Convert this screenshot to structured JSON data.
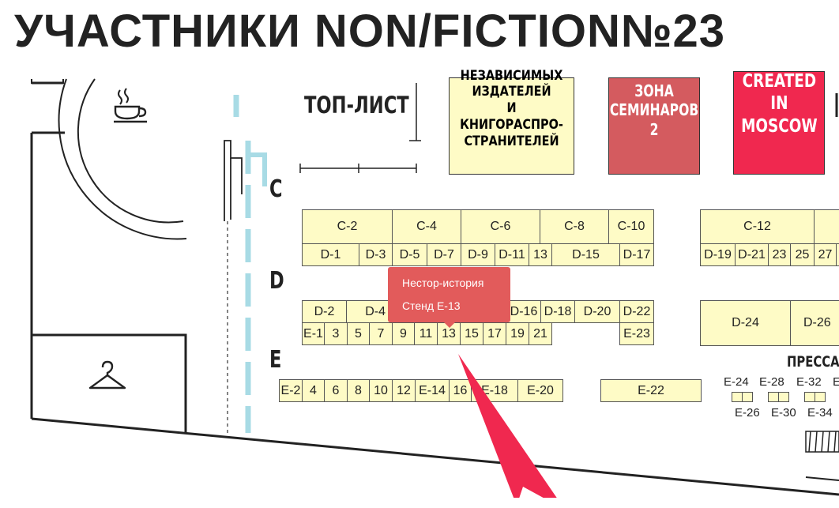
{
  "page_title": "УЧАСТНИКИ NON/FICTION№23",
  "zones": {
    "top_list": "ТОП-ЛИСТ",
    "independent": "НЕЗАВИСИМЫХ\nИЗДАТЕЛЕЙ\nИ КНИГОРАСПРО-\nСТРАНИТЕЛЕЙ",
    "seminar": "ЗОНА\nСЕМИНАРОВ\n2",
    "created": "CREATED\nIN\nMOSCOW",
    "press": "ПРЕССА"
  },
  "rows": {
    "c": "C",
    "d": "D",
    "e": "E"
  },
  "stands": {
    "row_c": [
      "C-2",
      "C-4",
      "C-6",
      "C-8",
      "C-10",
      "C-12"
    ],
    "row_d_top": [
      "D-1",
      "D-3",
      "D-5",
      "D-7",
      "D-9",
      "D-11",
      "13",
      "D-15",
      "D-17",
      "D-19",
      "D-21",
      "23",
      "25",
      "27"
    ],
    "row_d_bottom": [
      "D-2",
      "D-4",
      "D-16",
      "D-18",
      "D-20",
      "D-22",
      "D-24",
      "D-26"
    ],
    "row_e_top": [
      "E-1",
      "3",
      "5",
      "7",
      "9",
      "11",
      "13",
      "15",
      "17",
      "19",
      "21",
      "E-23"
    ],
    "row_e_bottom": [
      "E-2",
      "4",
      "6",
      "8",
      "10",
      "12",
      "E-14",
      "16",
      "E-18",
      "E-20",
      "E-22"
    ],
    "press": [
      "E-24",
      "E-28",
      "E-32",
      "E-26",
      "E-30",
      "E-34"
    ]
  },
  "tooltip": {
    "name": "Нестор-история",
    "stand": "Стенд E-13"
  },
  "icons": [
    "coffee-icon",
    "hanger-icon",
    "pointer-arrow-icon",
    "staircase-icon"
  ],
  "colors": {
    "stand_fill": "#fefbc6",
    "seminar_fill": "#d45b5f",
    "created_fill": "#f0284f",
    "tooltip_fill": "#e25b5b",
    "arrow_fill": "#f0284f",
    "path_blue": "#a8dbe5"
  }
}
